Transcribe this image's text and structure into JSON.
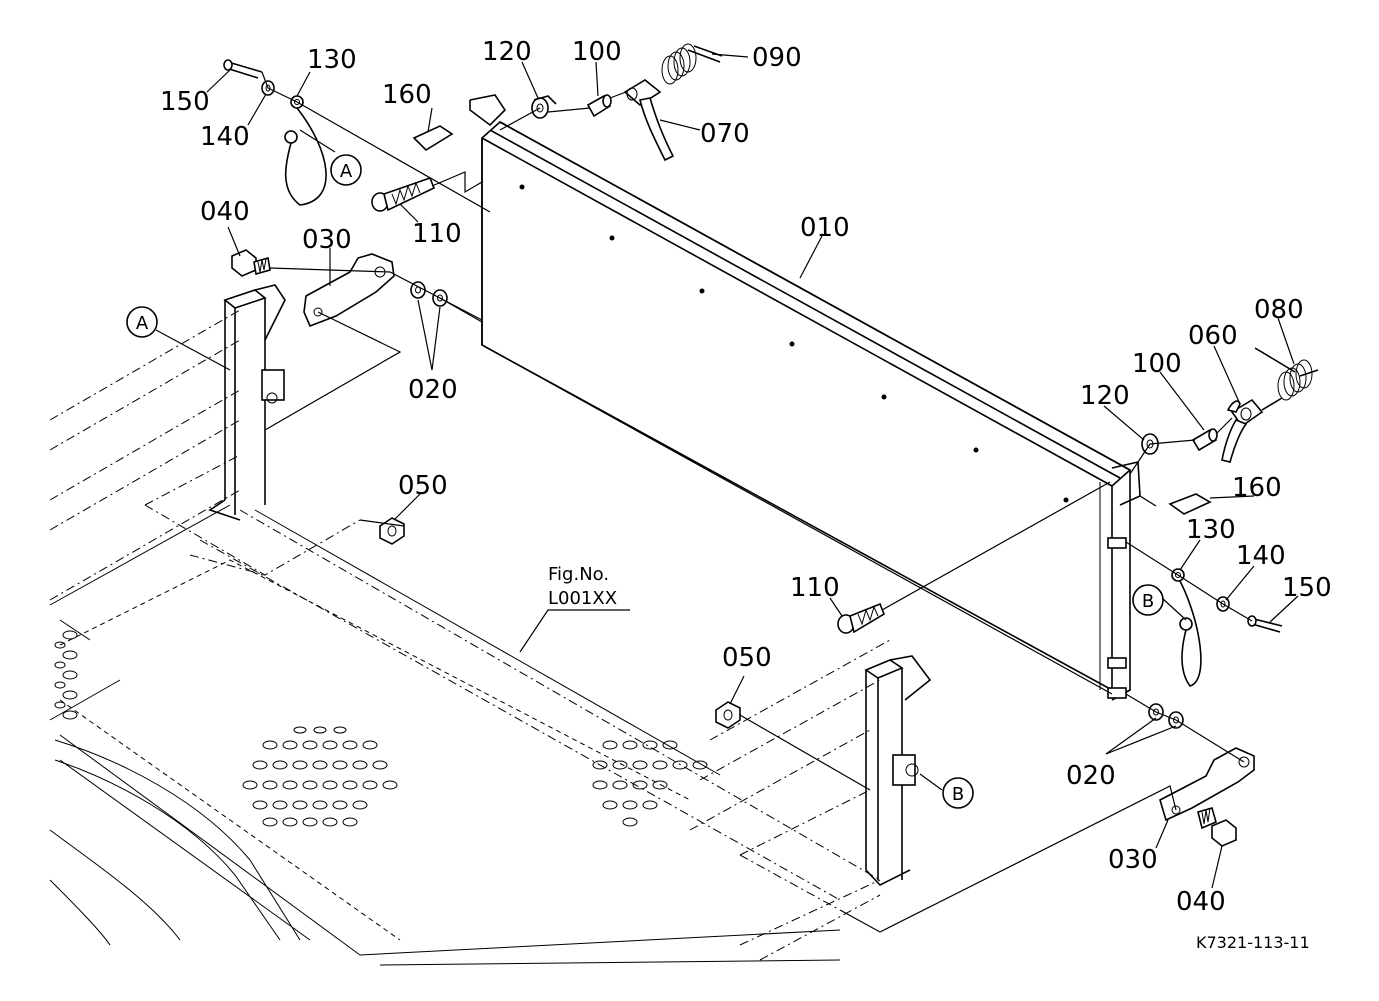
{
  "parts": {
    "p010": "010",
    "p020_left": "020",
    "p020_right": "020",
    "p030_left": "030",
    "p030_right": "030",
    "p040_left": "040",
    "p040_right": "040",
    "p050_left": "050",
    "p050_right": "050",
    "p060": "060",
    "p070": "070",
    "p080": "080",
    "p090": "090",
    "p100_left": "100",
    "p100_right": "100",
    "p110_left": "110",
    "p110_right": "110",
    "p120_left": "120",
    "p120_right": "120",
    "p130_left": "130",
    "p130_right": "130",
    "p140_left": "140",
    "p140_right": "140",
    "p150_left": "150",
    "p150_right": "150",
    "p160_left": "160",
    "p160_right": "160"
  },
  "markers": {
    "a_top": "A",
    "a_left": "A",
    "b_right": "B",
    "b_bottom": "B"
  },
  "figure_ref": {
    "line1": "Fig.No.",
    "line2": "L001XX"
  },
  "drawing_number": "K7321-113-11"
}
